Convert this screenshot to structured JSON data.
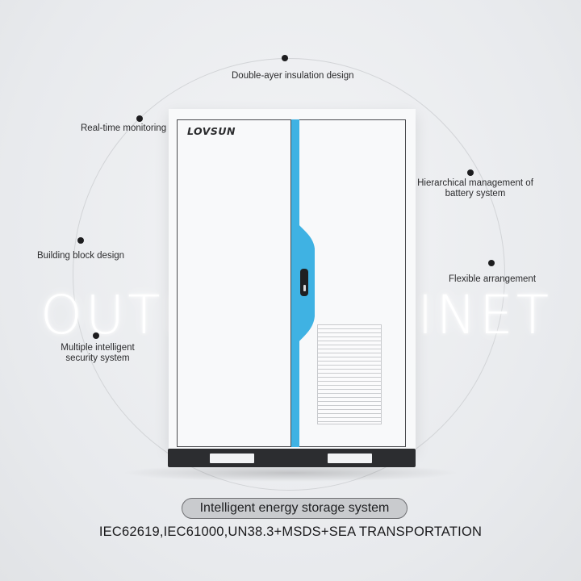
{
  "background_words": {
    "left": "OUTD",
    "right": "BINET"
  },
  "brand": {
    "logo_text": "LOVSUN"
  },
  "features": {
    "top": "Double-ayer insulation design",
    "realtime": "Real-time monitoring",
    "hierarchical_line1": "Hierarchical management of",
    "hierarchical_line2": "battery system",
    "building_block": "Building block design",
    "flexible": "Flexible arrangement",
    "security_line1": "Multiple intelligent",
    "security_line2": "security system"
  },
  "caption": {
    "title": "Intelligent energy storage system",
    "standards": "IEC62619,IEC61000,UN38.3+MSDS+SEA TRANSPORTATION"
  },
  "colors": {
    "accent": "#3fb2e3",
    "dark": "#2c2d30"
  },
  "icons": [
    "feature-dot-icon",
    "door-handle-icon",
    "vent-grille"
  ]
}
